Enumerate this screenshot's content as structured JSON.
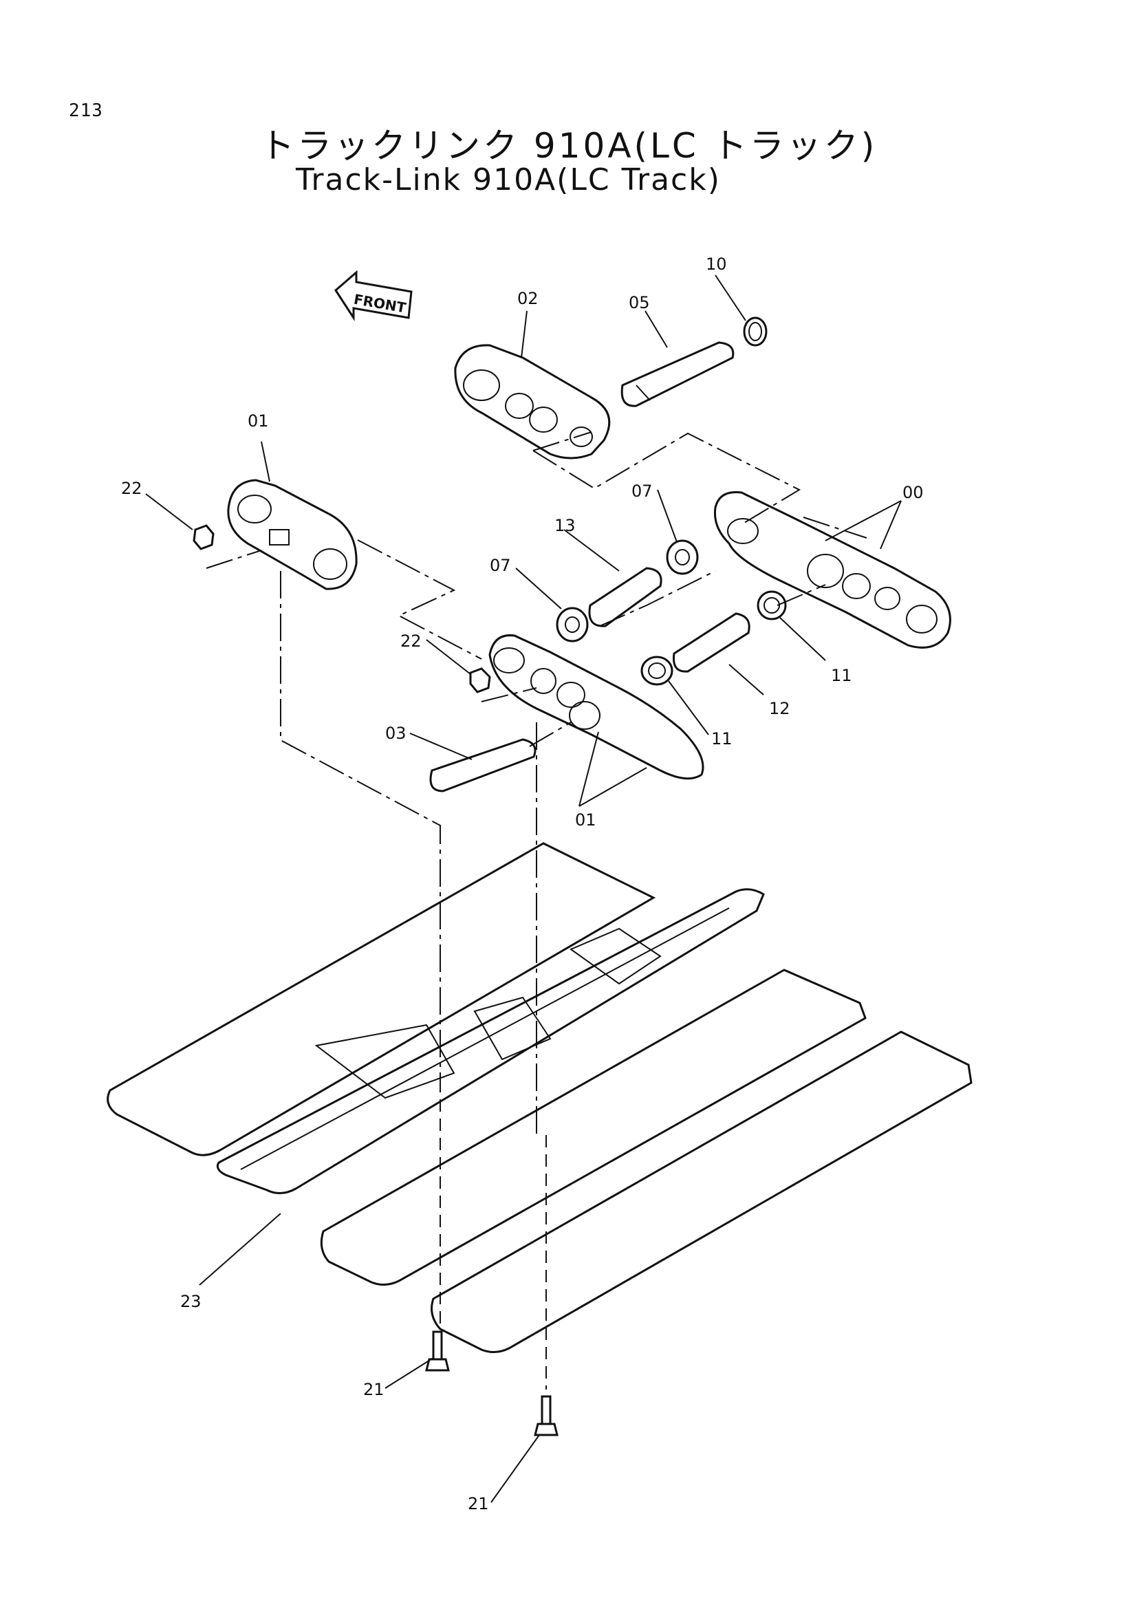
{
  "page_number": "213",
  "title_jp": "トラックリンク 910A(LC トラック)",
  "title_en": "Track-Link 910A(LC Track)",
  "front_label": "FRONT",
  "callouts": {
    "c00": "00",
    "c01a": "01",
    "c01b": "01",
    "c02": "02",
    "c03": "03",
    "c05": "05",
    "c07a": "07",
    "c07b": "07",
    "c10": "10",
    "c11a": "11",
    "c11b": "11",
    "c12": "12",
    "c13": "13",
    "c21a": "21",
    "c21b": "21",
    "c22a": "22",
    "c22b": "22",
    "c23": "23"
  }
}
